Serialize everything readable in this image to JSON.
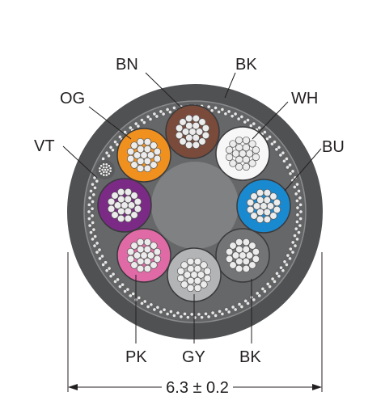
{
  "labels": {
    "top_left": "BN",
    "top_right": "BK",
    "orange": "OG",
    "white": "WH",
    "violet": "VT",
    "blue": "BU",
    "pink": "PK",
    "grey": "GY",
    "black_bottom": "BK"
  },
  "dimension": "6.3 ± 0.2",
  "colors": {
    "jacket": "#505153",
    "inner": "#6a6b6d",
    "filler": "#808183",
    "brown": "#7a4a3a",
    "orange": "#f0901e",
    "white": "#f7f7f7",
    "violet": "#7b2a86",
    "blue": "#1a8ad0",
    "pink": "#e06aa5",
    "grey": "#b3b4b6",
    "dark_grey": "#737476"
  }
}
